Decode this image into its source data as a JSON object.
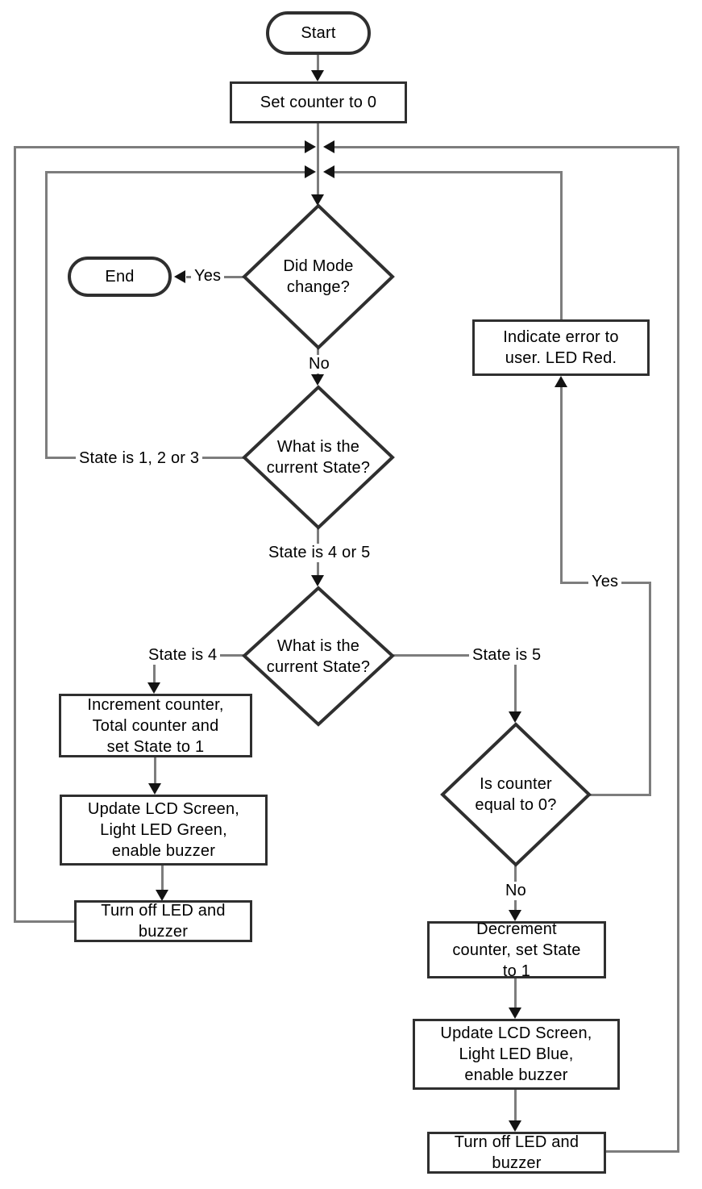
{
  "flowchart": {
    "title": "Counter mode state-machine flowchart",
    "nodes": {
      "start": "Start",
      "set_counter": "Set counter to 0",
      "mode_change": "Did Mode\nchange?",
      "end": "End",
      "state_check_top": "What is the\ncurrent State?",
      "state_check_mid": "What is the\ncurrent State?",
      "increment": "Increment counter,\nTotal counter and\nset State to 1",
      "update_green": "Update LCD Screen,\nLight LED Green,\nenable buzzer",
      "turn_off_left": "Turn off LED and\nbuzzer",
      "error": "Indicate error to\nuser. LED Red.",
      "counter_zero": "Is counter\nequal to 0?",
      "decrement": "Decrement\ncounter, set State\nto 1",
      "update_blue": "Update LCD Screen,\nLight LED Blue,\nenable buzzer",
      "turn_off_right": "Turn off LED and\nbuzzer"
    },
    "labels": {
      "yes_mode": "Yes",
      "no_mode": "No",
      "state_123": "State is 1, 2 or 3",
      "state_45": "State is 4 or 5",
      "state_4": "State is 4",
      "state_5": "State is 5",
      "yes_counter": "Yes",
      "no_counter": "No"
    },
    "colors": {
      "line": "#7d7d7d",
      "shape_border": "#2f2f2f",
      "arrowhead": "#131313",
      "background": "#ffffff",
      "text": "#000000"
    }
  }
}
